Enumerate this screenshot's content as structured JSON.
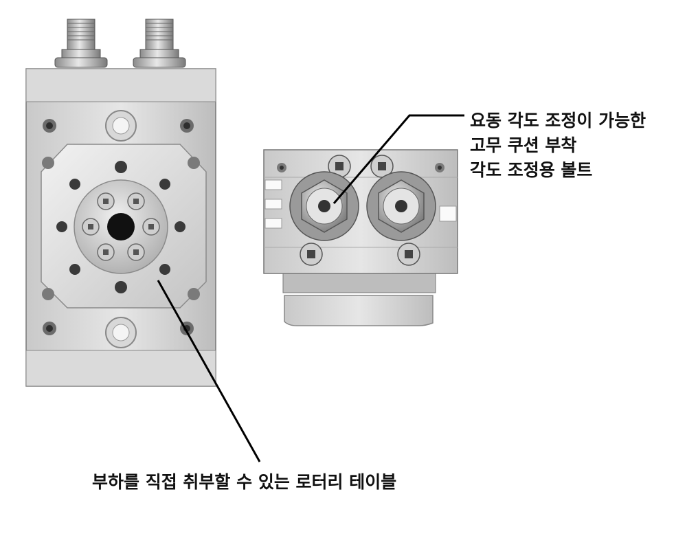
{
  "callouts": {
    "cushion_bolt": {
      "lines": [
        "요동 각도 조정이 가능한",
        "고무 쿠션 부착",
        "각도 조정용 볼트"
      ]
    },
    "rotary_table": {
      "text": "부하를 직접 취부할 수 있는 로터리 테이블"
    }
  },
  "colors": {
    "metal_light": "#e2e2e2",
    "metal_mid": "#c8c8c8",
    "metal_dark": "#8a8a8a",
    "hole": "#2a2a2a",
    "leader_line": "#000000"
  }
}
